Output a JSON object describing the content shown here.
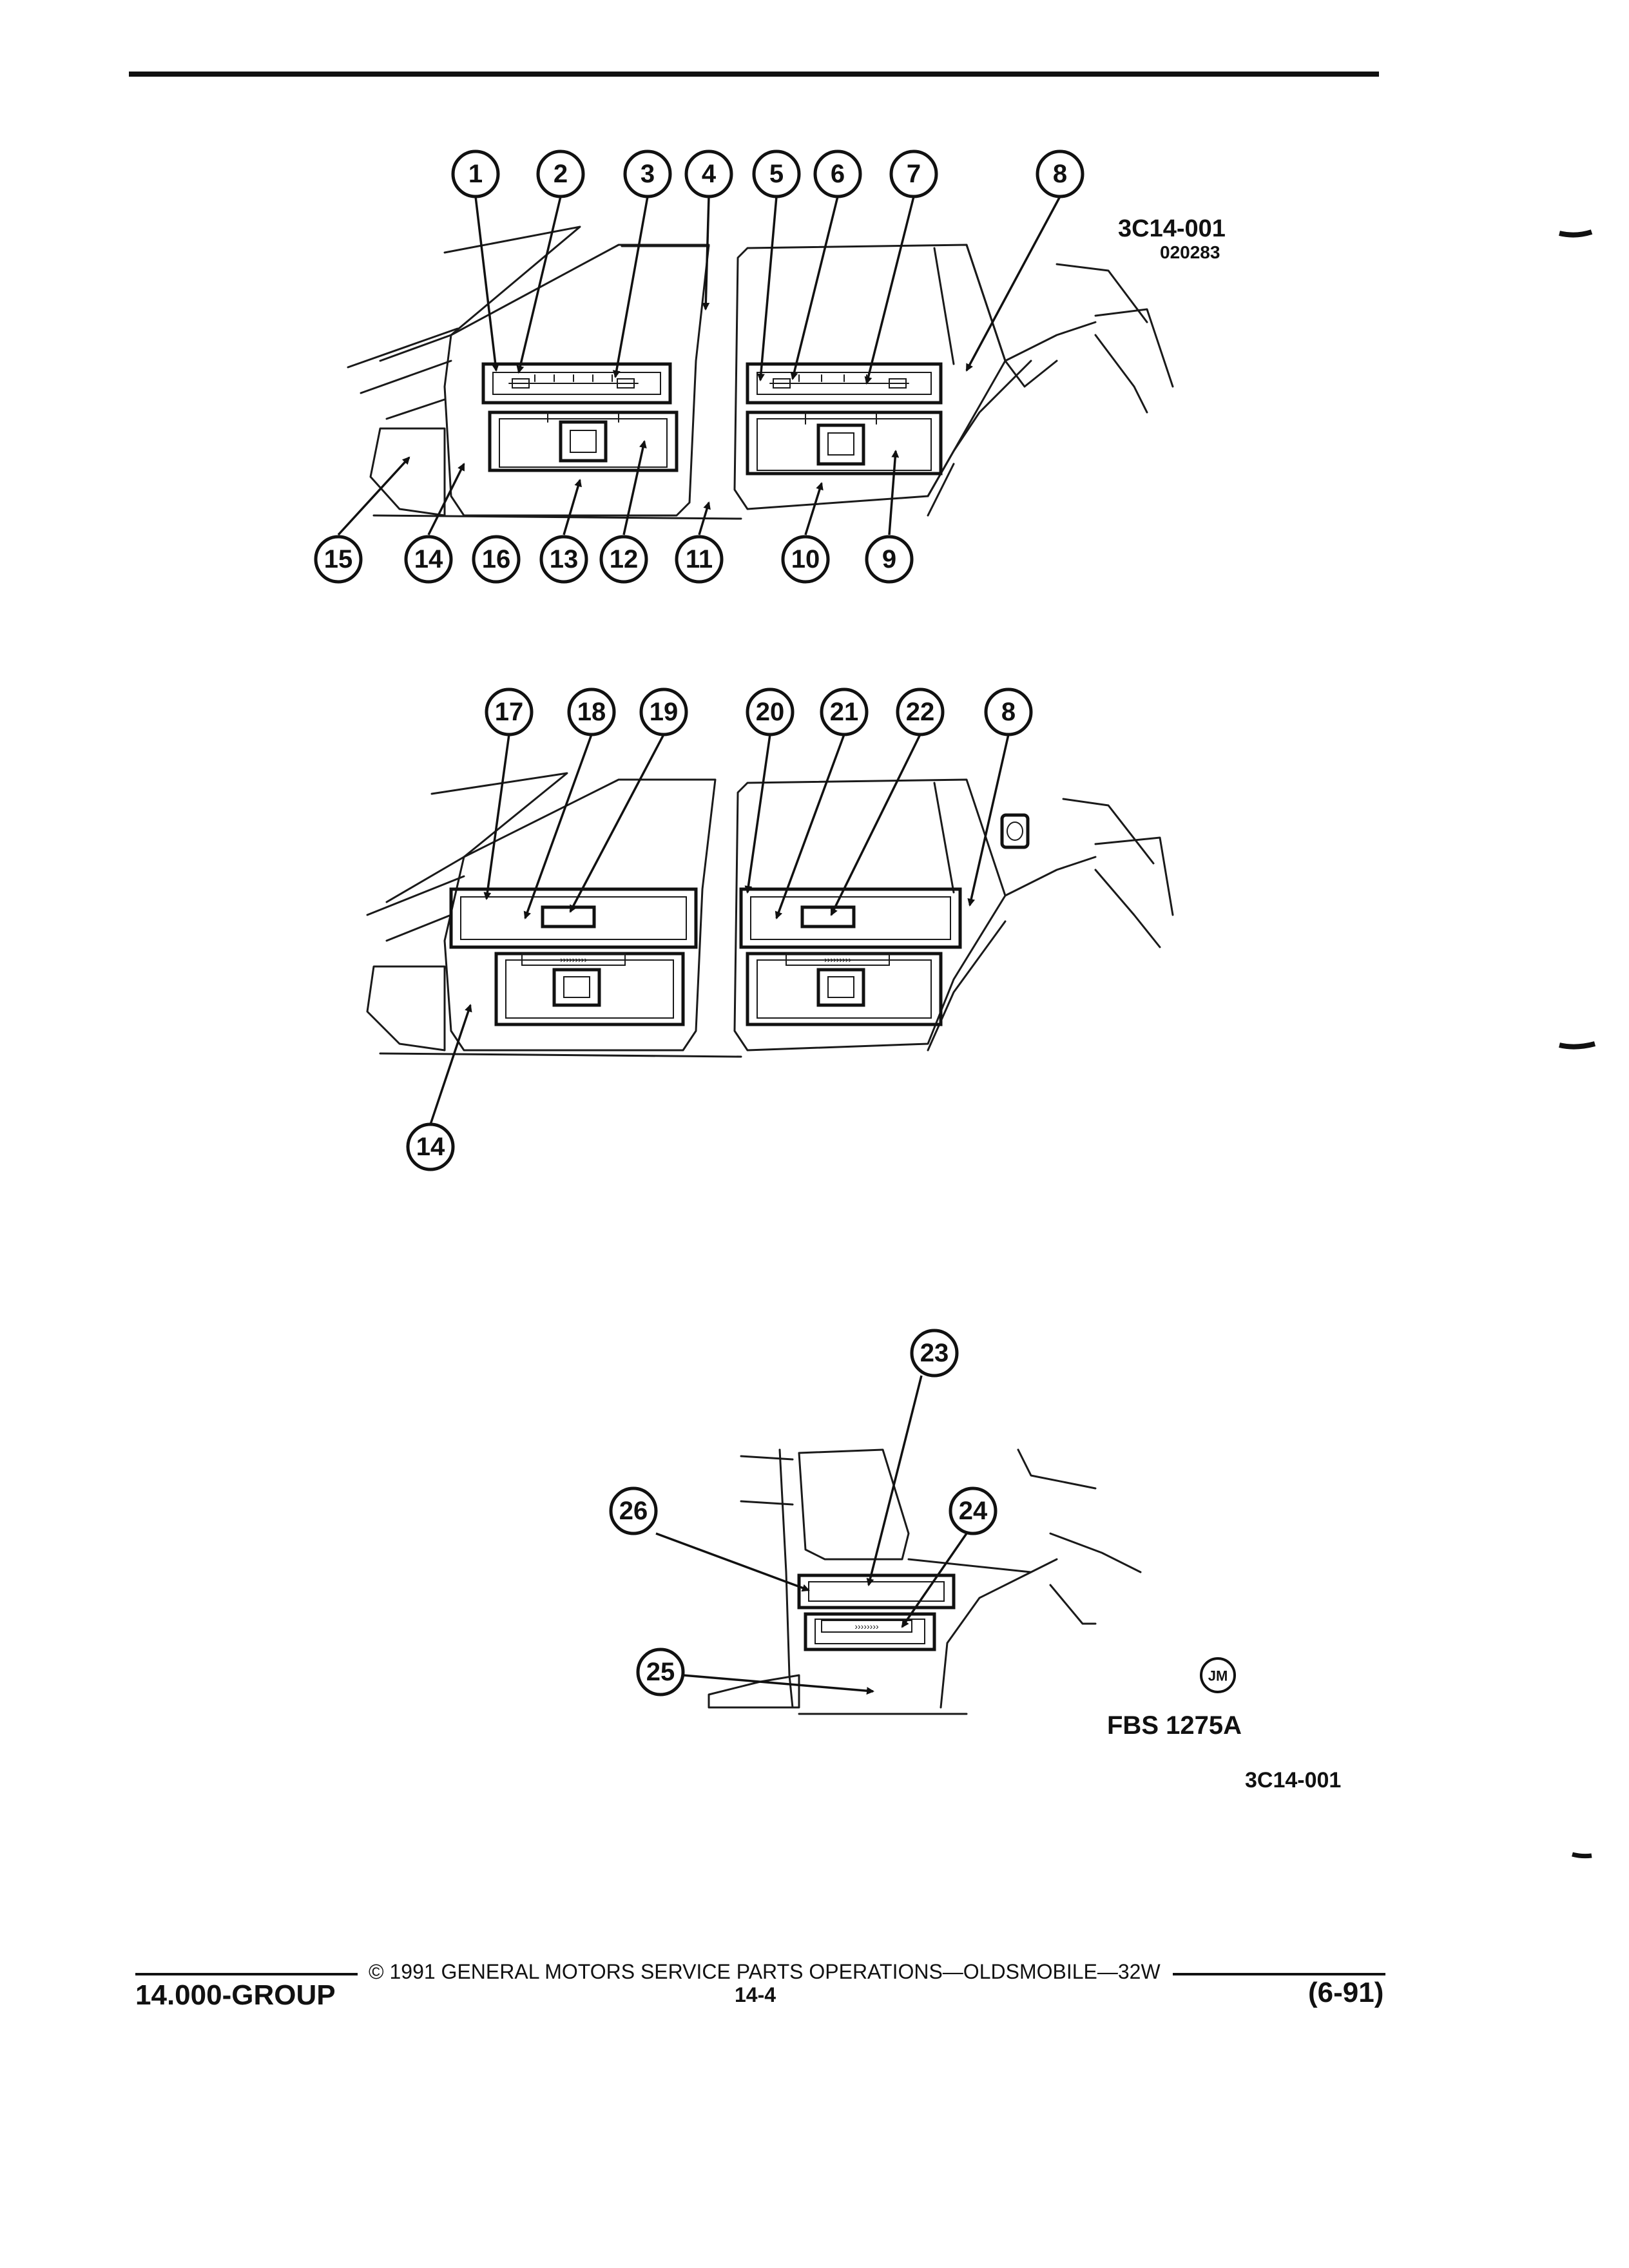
{
  "figure": {
    "code_top": "3C14-001",
    "code_top_sub": "020283",
    "code_bottom": "3C14-001",
    "fbs": "FBS 1275A",
    "artist_mark": "JM"
  },
  "callouts": {
    "c1": "1",
    "c2": "2",
    "c3": "3",
    "c4": "4",
    "c5": "5",
    "c6": "6",
    "c7": "7",
    "c8": "8",
    "c9": "9",
    "c10": "10",
    "c11": "11",
    "c12": "12",
    "c13": "13",
    "c14": "14",
    "c15": "15",
    "c16": "16",
    "c17": "17",
    "c18": "18",
    "c19": "19",
    "c20": "20",
    "c21": "21",
    "c22": "22",
    "c8b": "8",
    "c14b": "14",
    "c23": "23",
    "c24": "24",
    "c25": "25",
    "c26": "26"
  },
  "footer": {
    "copyright": "© 1991 GENERAL MOTORS SERVICE PARTS OPERATIONS—OLDSMOBILE—32W",
    "group": "14.000-GROUP",
    "page": "14-4",
    "date": "(6-91)"
  }
}
